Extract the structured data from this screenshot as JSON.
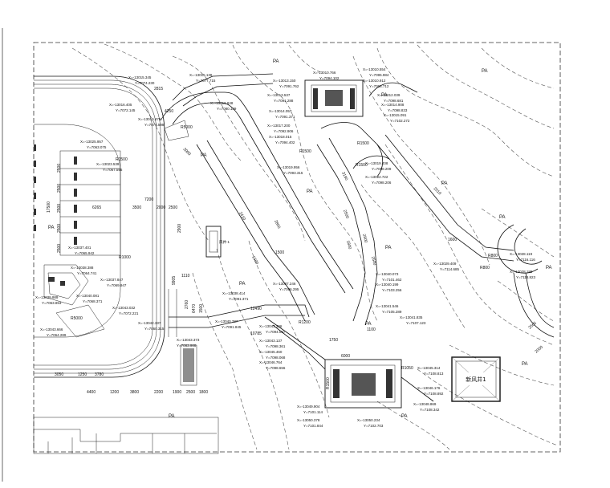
{
  "coord_labels": [
    {
      "id": "c1",
      "x": "X=-13015.345",
      "y": "Y=7074.230"
    },
    {
      "id": "c2",
      "x": "X=-13015.138",
      "y": "Y=7077.715"
    },
    {
      "id": "c3",
      "x": "X=-13016.405",
      "y": "Y=7072.145"
    },
    {
      "id": "c4",
      "x": "X=-13016.848",
      "y": "Y=7080.189"
    },
    {
      "id": "c5",
      "x": "X=-13019.476",
      "y": "Y=7076.598"
    },
    {
      "id": "c6",
      "x": "X=-13025.957",
      "y": "Y=7063.075"
    },
    {
      "id": "c7",
      "x": "X=-13023.539",
      "y": "Y=7067.595"
    },
    {
      "id": "c8",
      "x": "X=-13037.401",
      "y": "Y=7065.942"
    },
    {
      "id": "c9",
      "x": "X=-13038.388",
      "y": "Y=7064.741"
    },
    {
      "id": "c10",
      "x": "X=-13037.847",
      "y": "Y=7069.947"
    },
    {
      "id": "c11",
      "x": "X=-13040.081",
      "y": "Y=7068.371"
    },
    {
      "id": "c12",
      "x": "X=-13039.989",
      "y": "Y=7063.853"
    },
    {
      "id": "c13",
      "x": "X=-13043.032",
      "y": "Y=7072.221"
    },
    {
      "id": "c14",
      "x": "X=-13042.337",
      "y": "Y=7060.315"
    },
    {
      "id": "c15",
      "x": "X=-13043.666",
      "y": "Y=7064.289"
    },
    {
      "id": "c16",
      "x": "X=-13043.373",
      "y": "Y=7083.988"
    },
    {
      "id": "c17",
      "x": "X=-13038.414",
      "y": "Y=7091.371"
    },
    {
      "id": "c18",
      "x": "X=-13040.387",
      "y": "Y=7091.845"
    },
    {
      "id": "c19",
      "x": "X=-13037.246",
      "y": "Y=7096.295"
    },
    {
      "id": "c20",
      "x": "X=-13010.766",
      "y": "Y=7094.102"
    },
    {
      "id": "c21",
      "x": "X=-13013.150",
      "y": "Y=7091.762"
    },
    {
      "id": "c22",
      "x": "X=-13010.554",
      "y": "Y=7095.984"
    },
    {
      "id": "c23",
      "x": "X=-13010.912",
      "y": "Y=7096.712"
    },
    {
      "id": "c24",
      "x": "X=-13013.537",
      "y": "Y=7091.288"
    },
    {
      "id": "c25",
      "x": "X=-13012.039",
      "y": "Y=7098.681"
    },
    {
      "id": "c26",
      "x": "X=-13014.057",
      "y": "Y=7091.371"
    },
    {
      "id": "c27",
      "x": "X=-13014.908",
      "y": "Y=7098.833"
    },
    {
      "id": "c28",
      "x": "X=-13017.200",
      "y": "Y=7092.906"
    },
    {
      "id": "c29",
      "x": "X=-13015.091",
      "y": "Y=7102.272"
    },
    {
      "id": "c30",
      "x": "X=-13018.015",
      "y": "Y=7094.402"
    },
    {
      "id": "c31",
      "x": "X=-13019.956",
      "y": "Y=7093.315"
    },
    {
      "id": "c32",
      "x": "X=-13019.408",
      "y": "Y=7098.209"
    },
    {
      "id": "c33",
      "x": "X=-13022.722",
      "y": "Y=7098.206"
    },
    {
      "id": "c34",
      "x": "X=-13028.119",
      "y": "Y=7116.116"
    },
    {
      "id": "c35",
      "x": "X=-13029.409",
      "y": "Y=7114.685"
    },
    {
      "id": "c36",
      "x": "X=-13028.189",
      "y": "Y=7118.823"
    },
    {
      "id": "c37",
      "x": "X=-13040.073",
      "y": "Y=7101.462"
    },
    {
      "id": "c38",
      "x": "X=-13040.199",
      "y": "Y=7103.256"
    },
    {
      "id": "c39",
      "x": "X=-13041.546",
      "y": "Y=7105.289"
    },
    {
      "id": "c40",
      "x": "X=-13041.835",
      "y": "Y=7107.123"
    },
    {
      "id": "c41",
      "x": "X=-13043.396",
      "y": "Y=7094.057"
    },
    {
      "id": "c42",
      "x": "X=-13043.137",
      "y": "Y=7098.361"
    },
    {
      "id": "c43",
      "x": "X=-13045.460",
      "y": "Y=7098.068"
    },
    {
      "id": "c44",
      "x": "X=-13046.764",
      "y": "Y=7098.656"
    },
    {
      "id": "c45",
      "x": "X=-13045.314",
      "y": "Y=7108.813"
    },
    {
      "id": "c46",
      "x": "X=-13046.176",
      "y": "Y=7108.892"
    },
    {
      "id": "c47",
      "x": "X=-13048.869",
      "y": "Y=7108.342"
    },
    {
      "id": "c48",
      "x": "X=-13049.904",
      "y": "Y=7101.114"
    },
    {
      "id": "c49",
      "x": "X=-13050.378",
      "y": "Y=7101.844"
    },
    {
      "id": "c50",
      "x": "X=-13050.234",
      "y": "Y=7102.703"
    }
  ],
  "dimensions": [
    "2815",
    "4250",
    "2500",
    "2500",
    "2500",
    "2500",
    "2500",
    "17500",
    "7200",
    "6265",
    "3500",
    "2000",
    "2500",
    "2900",
    "9905",
    "1110",
    "6470",
    "2760",
    "1500",
    "12490",
    "10785",
    "3050",
    "1250",
    "3780",
    "4400",
    "1200",
    "3800",
    "2200",
    "1900",
    "2500",
    "1800",
    "3000",
    "1500",
    "2410",
    "2800",
    "R1500",
    "R5000",
    "R1000",
    "R5000",
    "R1500",
    "R1500",
    "R1500",
    "3190",
    "2500",
    "1750",
    "6000",
    "1100",
    "2500",
    "2900",
    "1800",
    "2510",
    "2565",
    "2000",
    "R1200",
    "R1500",
    "R800",
    "R800",
    "R1050",
    "1500",
    "1600"
  ],
  "area_labels": [
    "PA",
    "PA",
    "PA",
    "PA",
    "PA",
    "PA",
    "PA",
    "PA",
    "PA",
    "PA",
    "PA",
    "PA",
    "PA",
    "PA",
    "PA"
  ],
  "building_label": "新风井1",
  "small_building_label": "风井-1"
}
